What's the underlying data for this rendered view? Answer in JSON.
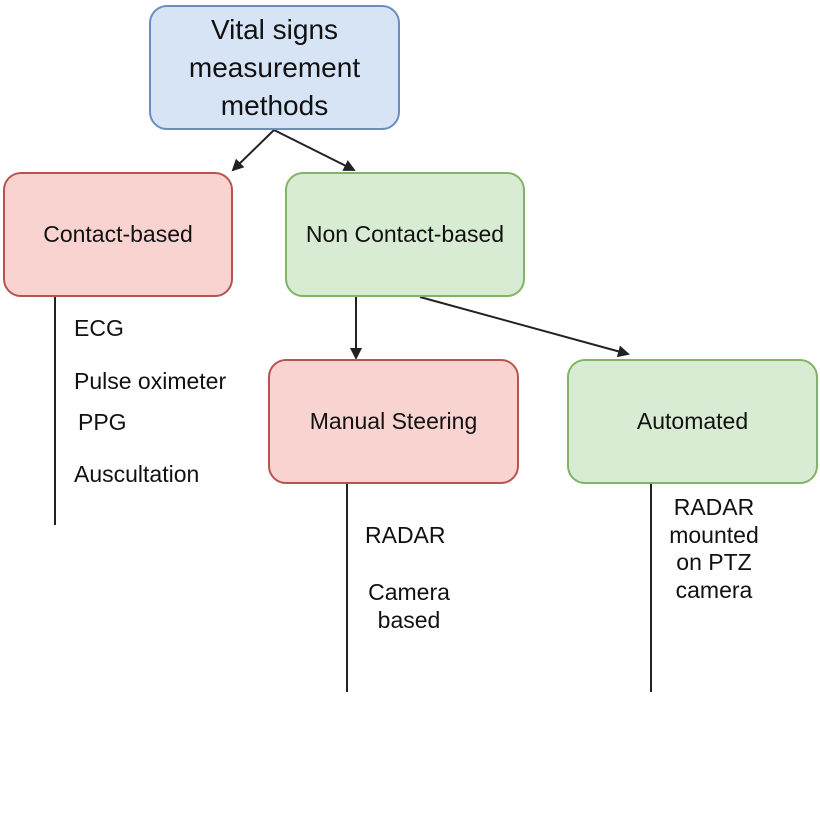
{
  "nodes": {
    "root": {
      "lines": [
        "Vital signs",
        "measurement",
        "methods"
      ]
    },
    "contact": {
      "label": "Contact-based"
    },
    "noncontact": {
      "label": "Non Contact-based"
    },
    "manual": {
      "label": "Manual Steering"
    },
    "automated": {
      "label": "Automated"
    }
  },
  "contact_items": [
    "ECG",
    "Pulse oximeter",
    "PPG",
    "Auscultation"
  ],
  "manual_items": [
    "RADAR",
    "Camera",
    "based"
  ],
  "automated_items": [
    "RADAR",
    "mounted",
    "on PTZ",
    "camera"
  ],
  "colors": {
    "blue_fill": "#d6e4f5",
    "blue_stroke": "#6c8ebf",
    "red_fill": "#f8d3d0",
    "red_stroke": "#b85450",
    "green_fill": "#d7ecd2",
    "green_stroke": "#82b366"
  }
}
